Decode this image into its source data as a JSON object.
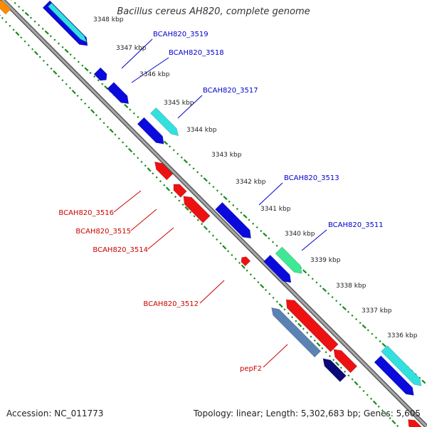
{
  "title": "Bacillus cereus AH820, complete genome",
  "accession": "Accession: NC_011773",
  "summary": "Topology: linear; Length: 5,302,683 bp; Genes: 5,605",
  "colors": {
    "backbone": "#8c8c8c",
    "forward_label": "#0000cc",
    "reverse_label": "#cc0000",
    "tick_dots": "#1a8a1a",
    "blue": "#0a0adc",
    "cyan": "#33e0e0",
    "red": "#ee1111",
    "steel": "#5a82b4",
    "navy": "#0a0a78",
    "green": "#3ee895",
    "orange": "#ff8c00"
  },
  "ticks": [
    {
      "label": "3348 kbp"
    },
    {
      "label": "3347 kbp"
    },
    {
      "label": "3346 kbp"
    },
    {
      "label": "3345 kbp"
    },
    {
      "label": "3344 kbp"
    },
    {
      "label": "3343 kbp"
    },
    {
      "label": "3342 kbp"
    },
    {
      "label": "3341 kbp"
    },
    {
      "label": "3340 kbp"
    },
    {
      "label": "3339 kbp"
    },
    {
      "label": "3338 kbp"
    },
    {
      "label": "3337 kbp"
    },
    {
      "label": "3336 kbp"
    }
  ],
  "gene_labels": [
    {
      "text": "BCAH820_3519",
      "strand": "forward"
    },
    {
      "text": "BCAH820_3518",
      "strand": "forward"
    },
    {
      "text": "BCAH820_3517",
      "strand": "forward"
    },
    {
      "text": "BCAH820_3513",
      "strand": "forward"
    },
    {
      "text": "BCAH820_3511",
      "strand": "forward"
    },
    {
      "text": "BCAH820_3516",
      "strand": "reverse"
    },
    {
      "text": "BCAH820_3515",
      "strand": "reverse"
    },
    {
      "text": "BCAH820_3514",
      "strand": "reverse"
    },
    {
      "text": "BCAH820_3512",
      "strand": "reverse"
    },
    {
      "text": "pepF2",
      "strand": "reverse"
    }
  ],
  "genes": [
    {
      "color": "blue"
    },
    {
      "color": "cyan"
    },
    {
      "color": "blue"
    },
    {
      "color": "blue"
    },
    {
      "color": "cyan"
    },
    {
      "color": "blue"
    },
    {
      "color": "blue"
    },
    {
      "color": "green"
    },
    {
      "color": "blue"
    },
    {
      "color": "cyan"
    },
    {
      "color": "blue"
    },
    {
      "color": "red"
    },
    {
      "color": "red"
    },
    {
      "color": "red"
    },
    {
      "color": "red"
    },
    {
      "color": "red"
    },
    {
      "color": "steel"
    },
    {
      "color": "red"
    },
    {
      "color": "navy"
    },
    {
      "color": "red"
    },
    {
      "color": "orange"
    }
  ]
}
